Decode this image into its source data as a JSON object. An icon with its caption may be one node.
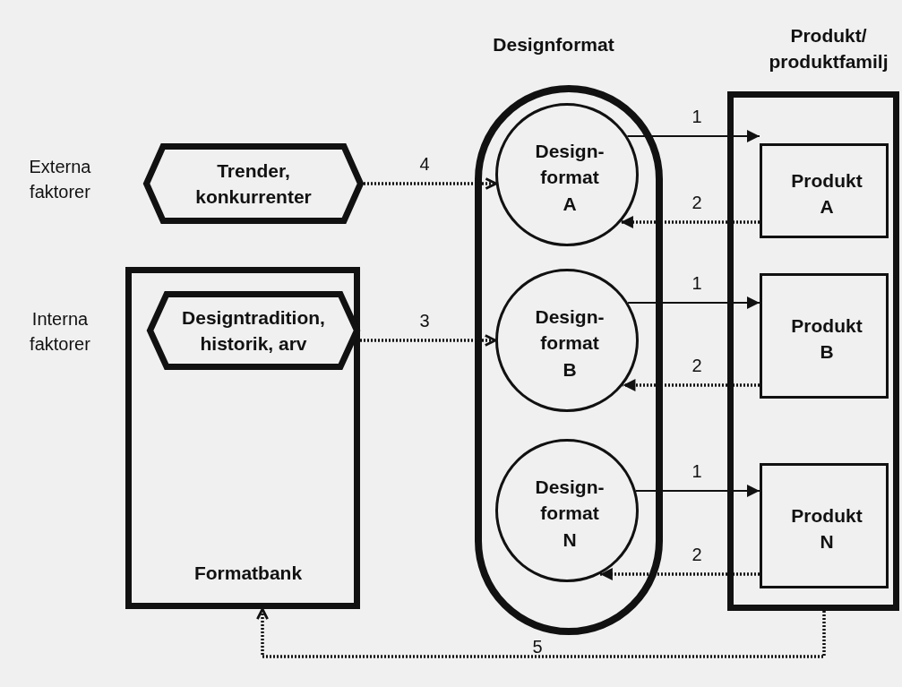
{
  "diagram": {
    "nodes": [
      {
        "text": [
          "Designformat"
        ]
      },
      {
        "text": [
          "Design- format A"
        ],
        "in": 0
      },
      {
        "text": [
          "Design- format B"
        ],
        "in": 0
      },
      {
        "text": [
          "Design- format N"
        ],
        "in": 0
      },
      {
        "text": [
          "Produkt/ produktfamilj"
        ]
      },
      {
        "text": [
          "Produkt A"
        ],
        "in": 4
      },
      {
        "text": [
          "Produkt B"
        ],
        "in": 4
      },
      {
        "text": [
          "Produkt N"
        ],
        "in": 4
      },
      {
        "text": [
          "Trender, konkurrenter"
        ]
      },
      {
        "text": [
          "Formatbank"
        ]
      },
      {
        "text": [
          "Designtradition, historik, arv"
        ],
        "in": 9
      }
    ],
    "edges": [
      {
        "from": 1,
        "to": 5,
        "arrow": "to",
        "label": "1"
      },
      {
        "from": 5,
        "to": 1,
        "arrow": "to",
        "label": "2",
        "style": "dashed"
      },
      {
        "from": 2,
        "to": 6,
        "arrow": "to",
        "label": "1"
      },
      {
        "from": 6,
        "to": 2,
        "arrow": "to",
        "label": "2",
        "style": "dashed"
      },
      {
        "from": 3,
        "to": 7,
        "arrow": "to",
        "label": "1"
      },
      {
        "from": 7,
        "to": 3,
        "arrow": "to",
        "label": "2",
        "style": "dashed"
      },
      {
        "from": 8,
        "to": 1,
        "arrow": "to",
        "label": "4",
        "style": "dashed"
      },
      {
        "from": 10,
        "to": 2,
        "arrow": "to",
        "label": "3",
        "style": "dashed"
      },
      {
        "from": 4,
        "to": 9,
        "arrow": "to",
        "label": "5",
        "style": "dashed"
      }
    ],
    "labels": [
      "Externa faktorer",
      "Interna faktorer"
    ]
  }
}
